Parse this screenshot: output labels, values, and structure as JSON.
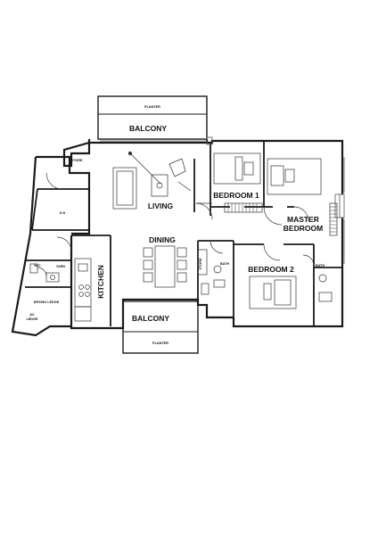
{
  "rooms": {
    "balcony_top": "BALCONY",
    "planter_top": "PLANTER",
    "store": "STORE",
    "hs": "H.S",
    "living": "LIVING",
    "bedroom1": "BEDROOM 1",
    "master_line1": "MASTER",
    "master_line2": "BEDROOM",
    "dining": "DINING",
    "kitchen": "KITCHEN",
    "wc": "W.C",
    "yard": "YARD",
    "drying_ledge": "DRYING LEDGE",
    "ac_line1": "AC",
    "ac_line2": "LEDGE",
    "bath_left": "BATH",
    "bath_right": "BATH",
    "bedroom2": "BEDROOM 2",
    "store_vertical": "STORE",
    "balcony_bottom": "BALCONY",
    "planter_bottom": "PLANTER"
  },
  "colors": {
    "wall": "#1a1a1a",
    "line": "#333333",
    "glass": "#555555"
  }
}
